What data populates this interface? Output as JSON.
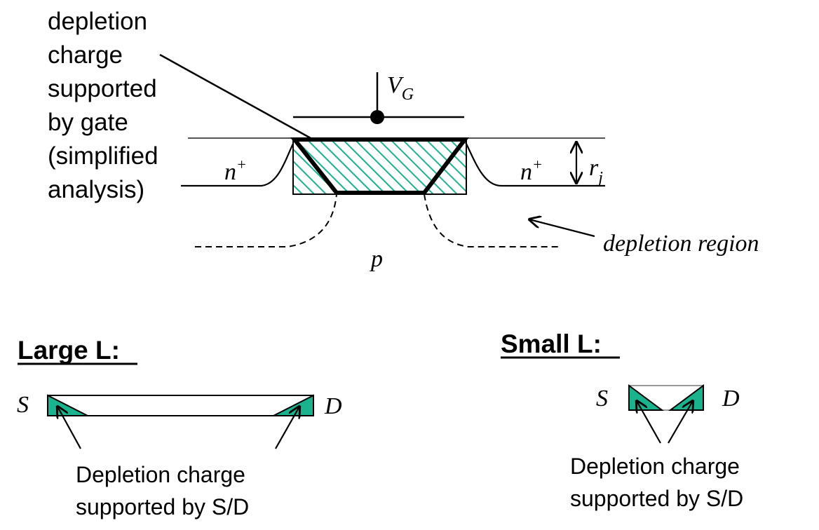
{
  "top_diagram": {
    "label_lines": [
      "depletion",
      "charge",
      "supported",
      "by gate",
      "(simplified",
      "analysis)"
    ],
    "gate_voltage": {
      "main": "V",
      "sub": "G"
    },
    "n_plus_left": {
      "main": "n",
      "sup": "+"
    },
    "n_plus_right": {
      "main": "n",
      "sup": "+"
    },
    "junction_depth": {
      "main": "r",
      "sub": "j"
    },
    "substrate": "p",
    "depletion_region": "depletion region"
  },
  "large_l": {
    "heading": "Large L",
    "heading_colon": ":",
    "source": "S",
    "drain": "D",
    "caption_lines": [
      "Depletion charge",
      "supported by S/D"
    ]
  },
  "small_l": {
    "heading": "Small L",
    "heading_colon": ":",
    "source": "S",
    "drain": "D",
    "caption_lines": [
      "Depletion charge",
      "supported by S/D"
    ]
  },
  "colors": {
    "fill": "#1ab38e",
    "hatch": "#1ab38e",
    "line": "#000000",
    "gray_line": "#999999"
  }
}
